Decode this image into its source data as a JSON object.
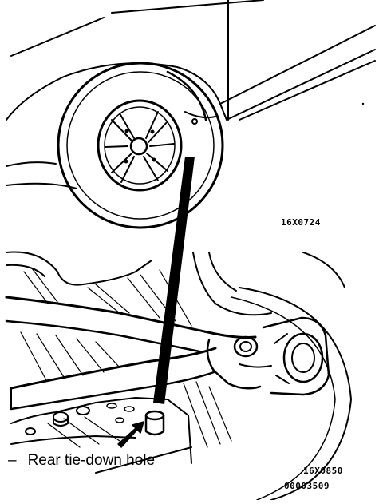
{
  "callout": {
    "marker": "–",
    "label": "Rear tie-down hole"
  },
  "codes": {
    "top_view": "16X0724",
    "bottom_view": "16X0850"
  },
  "document_number": "00003509"
}
